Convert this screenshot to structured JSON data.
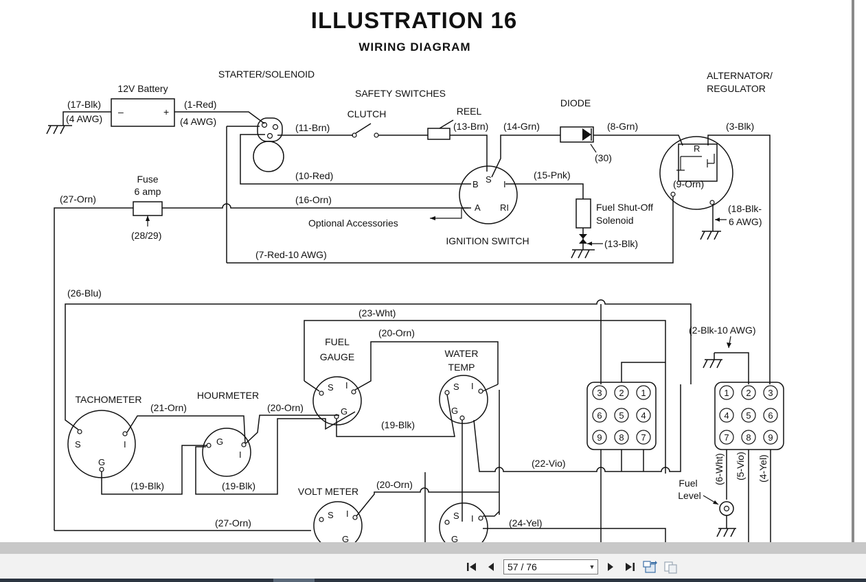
{
  "document": {
    "title": "ILLUSTRATION 16",
    "subtitle": "WIRING DIAGRAM"
  },
  "components": {
    "battery": "12V Battery",
    "starter": "STARTER/SOLENOID",
    "safety_switches": "SAFETY SWITCHES",
    "clutch": "CLUTCH",
    "reel": "REEL",
    "diode": "DIODE",
    "diode_ref": "(30)",
    "alternator_line1": "ALTERNATOR/",
    "alternator_line2": "REGULATOR",
    "fuse_line1": "Fuse",
    "fuse_line2": "6 amp",
    "fuse_ref": "(28/29)",
    "optional_accessories": "Optional Accessories",
    "ignition_switch": "IGNITION SWITCH",
    "fuel_shutoff_line1": "Fuel Shut-Off",
    "fuel_shutoff_line2": "Solenoid",
    "fuel_gauge_line1": "FUEL",
    "fuel_gauge_line2": "GAUGE",
    "water_temp_line1": "WATER",
    "water_temp_line2": "TEMP",
    "tachometer": "TACHOMETER",
    "hourmeter": "HOURMETER",
    "volt_meter": "VOLT METER",
    "fuel_level_line1": "Fuel",
    "fuel_level_line2": "Level"
  },
  "wires": {
    "w17blk": "(17-Blk)",
    "w4awg_a": "(4 AWG)",
    "w1red": "(1-Red)",
    "w4awg_b": "(4 AWG)",
    "w11brn": "(11-Brn)",
    "w13brn": "(13-Brn)",
    "w14grn": "(14-Grn)",
    "w8grn": "(8-Grn)",
    "w3blk": "(3-Blk)",
    "w10red": "(10-Red)",
    "w15pnk": "(15-Pnk)",
    "w9orn": "(9-Orn)",
    "w27orn_a": "(27-Orn)",
    "w16orn": "(16-Orn)",
    "w18blk_1": "(18-Blk-",
    "w18blk_2": "6 AWG)",
    "w13blk": "(13-Blk)",
    "w7red": "(7-Red-10 AWG)",
    "w26blu": "(26-Blu)",
    "w23wht": "(23-Wht)",
    "w20orn_a": "(20-Orn)",
    "w2blk": "(2-Blk-10 AWG)",
    "w21orn": "(21-Orn)",
    "w20orn_b": "(20-Orn)",
    "w19blk_a": "(19-Blk)",
    "w22vio": "(22-Vio)",
    "w19blk_b": "(19-Blk)",
    "w19blk_c": "(19-Blk)",
    "w20orn_c": "(20-Orn)",
    "w27orn_b": "(27-Orn)",
    "w24yel": "(24-Yel)",
    "w6wht": "(6-Wht)",
    "w5vio": "(5-Vio)",
    "w4yel": "(4-Yel)"
  },
  "terminals": {
    "ign_b": "B",
    "ign_s": "S",
    "ign_i": "I",
    "ign_a": "A",
    "ign_ri": "RI",
    "reg_r": "R",
    "gauge_s": "S",
    "gauge_i": "I",
    "gauge_g": "G",
    "tach_s": "S",
    "tach_i": "I",
    "tach_g": "G",
    "hour_g": "G",
    "hour_i": "I",
    "volt_s": "S",
    "volt_i": "I",
    "volt_g": "G",
    "minus": "–",
    "plus": "+"
  },
  "connector_left": [
    "3",
    "2",
    "1",
    "6",
    "5",
    "4",
    "9",
    "8",
    "7"
  ],
  "connector_right": [
    "1",
    "2",
    "3",
    "4",
    "5",
    "6",
    "7",
    "8",
    "9"
  ],
  "viewer": {
    "page_indicator": "57 / 76",
    "first_page_icon": "first-page-icon",
    "prev_page_icon": "prev-page-icon",
    "next_page_icon": "next-page-icon",
    "last_page_icon": "last-page-icon"
  }
}
